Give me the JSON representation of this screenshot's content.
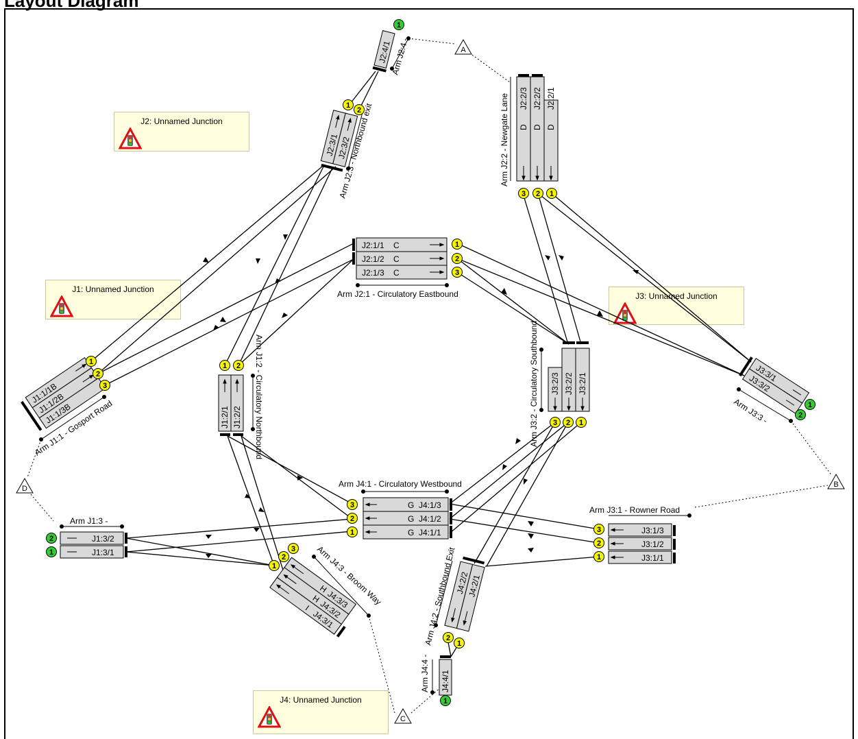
{
  "title": "Layout Diagram",
  "junctions": [
    {
      "id": "j1",
      "label": "J1: Unnamed Junction",
      "icon": "traffic-signal-warning-icon"
    },
    {
      "id": "j2",
      "label": "J2: Unnamed Junction",
      "icon": "traffic-signal-warning-icon"
    },
    {
      "id": "j3",
      "label": "J3: Unnamed Junction",
      "icon": "traffic-signal-warning-icon"
    },
    {
      "id": "j4",
      "label": "J4: Unnamed Junction",
      "icon": "traffic-signal-warning-icon"
    }
  ],
  "arms": {
    "j1_1": "Arm J1:1 - Gosport Road",
    "j1_2": "Arm J1:2 - Circulatory Northbound",
    "j1_3": "Arm J1:3 -",
    "j2_1": "Arm J2:1 - Circulatory Eastbound",
    "j2_2": "Arm J2:2 - Newgate Lane",
    "j2_3": "Arm J2:3 - Northbound exit",
    "j2_4": "Arm J2:4 -",
    "j3_1": "Arm J3:1 - Rowner Road",
    "j3_2": "Arm J3:2 - Circulatory Southbound",
    "j3_3": "Arm J3:3 -",
    "j4_1": "Arm J4:1 - Circulatory Westbound",
    "j4_2": "Arm J4:2 - Southbound Exit",
    "j4_3": "Arm J4:3 - Broom Way",
    "j4_4": "Arm J4:4 -"
  },
  "lanes": {
    "j1_1_1": "J1:1/1B",
    "j1_1_2": "J1:1/2B",
    "j1_1_3": "J1:1/3B",
    "j1_2_1": "J1:2/1",
    "j1_2_2": "J1:2/2",
    "j1_3_1": "J1:3/1",
    "j1_3_2": "J1:3/2",
    "j2_1_1": "J2:1/1",
    "j2_1_2": "J2:1/2",
    "j2_1_3": "J2:1/3",
    "j2_2_1": "J2:2/1",
    "j2_2_2": "J2:2/2",
    "j2_2_3": "J2:2/3",
    "j2_3_1": "J2:3/1",
    "j2_3_2": "J2:3/2",
    "j2_4_1": "J2:4/1",
    "j3_1_1": "J3:1/1",
    "j3_1_2": "J3:1/2",
    "j3_1_3": "J3:1/3",
    "j3_2_1": "J3:2/1",
    "j3_2_2": "J3:2/2",
    "j3_2_3": "J3:2/3",
    "j3_3_1": "J3:3/1",
    "j3_3_2": "J3:3/2",
    "j4_1_1": "J4:1/1",
    "j4_1_2": "J4:1/2",
    "j4_1_3": "J4:1/3",
    "j4_2_1": "J4:2/1",
    "j4_2_2": "J4:2/2",
    "j4_3_1": "J4:3/1",
    "j4_3_2": "J4:3/2",
    "j4_3_3": "J4:3/3",
    "j4_4_1": "J4:4/1"
  },
  "phases": {
    "c": "C",
    "d": "D",
    "g": "G",
    "h": "H",
    "i": "I"
  },
  "markers": {
    "one": "1",
    "two": "2",
    "three": "3"
  },
  "links": {
    "a": "A",
    "b": "B",
    "c": "C",
    "d": "D"
  },
  "colors": {
    "lane_fill": "#d9d9d9",
    "entry_marker": "#f5f500",
    "exit_marker": "#33cc33",
    "junction_box": "#ffffe0",
    "warning_red": "#e01010"
  }
}
